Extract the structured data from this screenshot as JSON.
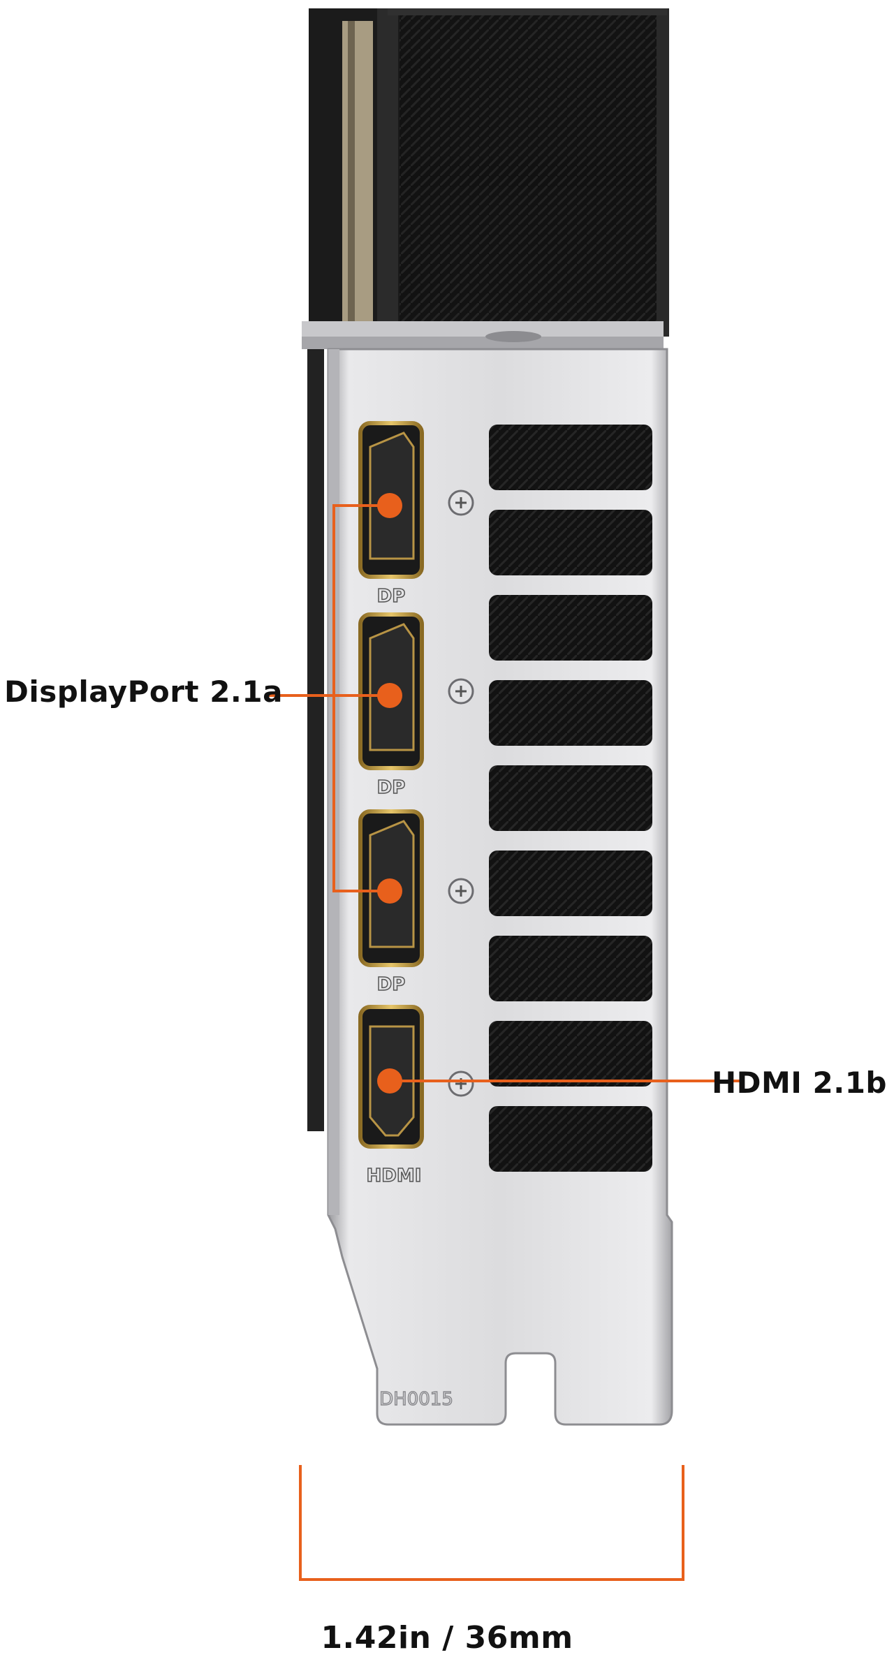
{
  "colors": {
    "accent": "#E8601C",
    "bracket_silver": "#d6d6d8",
    "port_gold": "#c9a448",
    "heatsink_black": "#141414"
  },
  "callouts": {
    "displayport": "DisplayPort 2.1a",
    "hdmi": "HDMI 2.1b",
    "width": "1.42in / 36mm"
  },
  "port_labels": {
    "dp1": "DP",
    "dp2": "DP",
    "dp3": "DP",
    "hdmi": "HDMI"
  },
  "stamp": "DH0015",
  "icons": {
    "screw": "screw-icon",
    "marker": "orange-dot-marker"
  }
}
